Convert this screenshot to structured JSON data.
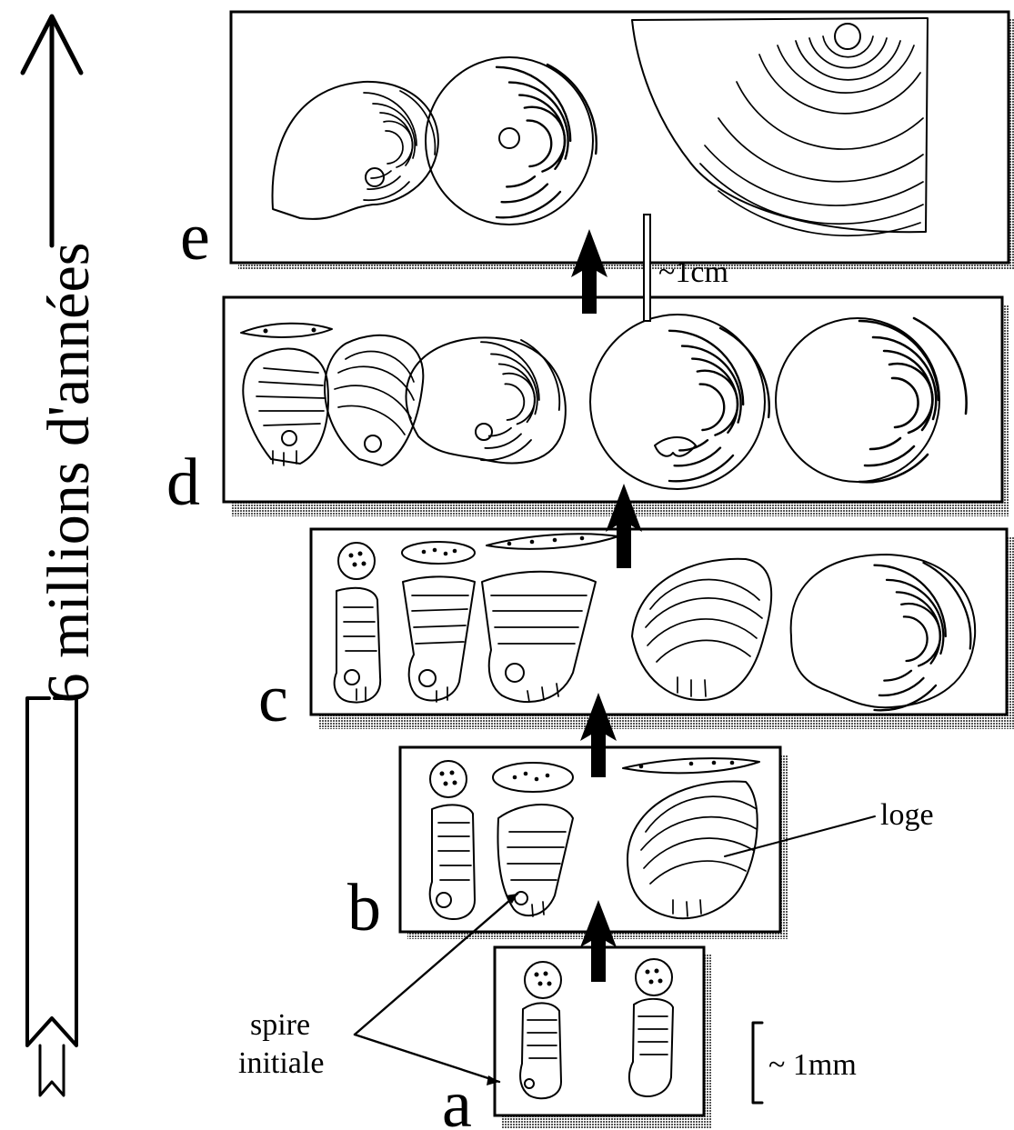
{
  "time_axis": {
    "label": "6 millions d'années"
  },
  "stages": [
    {
      "letter": "a"
    },
    {
      "letter": "b"
    },
    {
      "letter": "c"
    },
    {
      "letter": "d"
    },
    {
      "letter": "e"
    }
  ],
  "annotations": {
    "loge": "loge",
    "spire_line1": "spire",
    "spire_line2": "initiale"
  },
  "scales": {
    "small": "~ 1mm",
    "large": "~1cm"
  }
}
